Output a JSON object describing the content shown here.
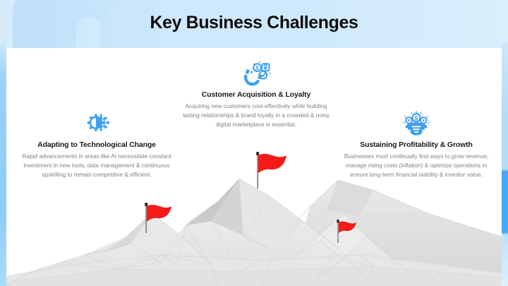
{
  "slide": {
    "title": "Key Business Challenges",
    "theme": {
      "header_bg": "#cfe8fb",
      "accent_blue": "#49a9f5",
      "icon_blue": "#3fa0f0",
      "flag_red": "#f41b18",
      "title_color": "#0d0d0d",
      "heading_color": "#1a1a1a",
      "body_color": "#848484",
      "card_bg": "#ffffff",
      "mountain_gray": "#e4e4e4"
    },
    "decorations": {
      "header_arch_shape": "arch-brush-shape",
      "left_edge_bar": "blue-accent-bar",
      "right_edge_bar": "blue-accent-bar"
    }
  },
  "columns": [
    {
      "id": "adapting-to-technological-change",
      "icon": "ai-chip-gear-icon",
      "title": "Adapting to Technological Change",
      "body": "Rapid advancements in areas like AI necessitate constant investment in new tools, data management & continuous upskilling to remain competitive & efficient."
    },
    {
      "id": "customer-acquisition-and-loyalty",
      "icon": "magnet-customer-attraction-icon",
      "title": "Customer Acquisition & Loyalty",
      "body": "Acquiring new customers cost-effectively while building lasting relationships & brand loyalty in a crowded & noisy digital marketplace is essential."
    },
    {
      "id": "sustaining-profitability-and-growth",
      "icon": "profit-gear-growth-icon",
      "title": "Sustaining Profitability & Growth",
      "body": "Businesses must continually find ways to grow revenue, manage rising costs (inflation) & optimize operations to ensure long-term financial viability & investor value."
    }
  ],
  "illustration": {
    "name": "low-poly-mountain-range",
    "flags": [
      {
        "id": "flag-left",
        "label": "red-flag",
        "peak": "left-peak"
      },
      {
        "id": "flag-center",
        "label": "red-flag",
        "peak": "center-peak"
      },
      {
        "id": "flag-right",
        "label": "red-flag",
        "peak": "right-peak"
      }
    ]
  }
}
